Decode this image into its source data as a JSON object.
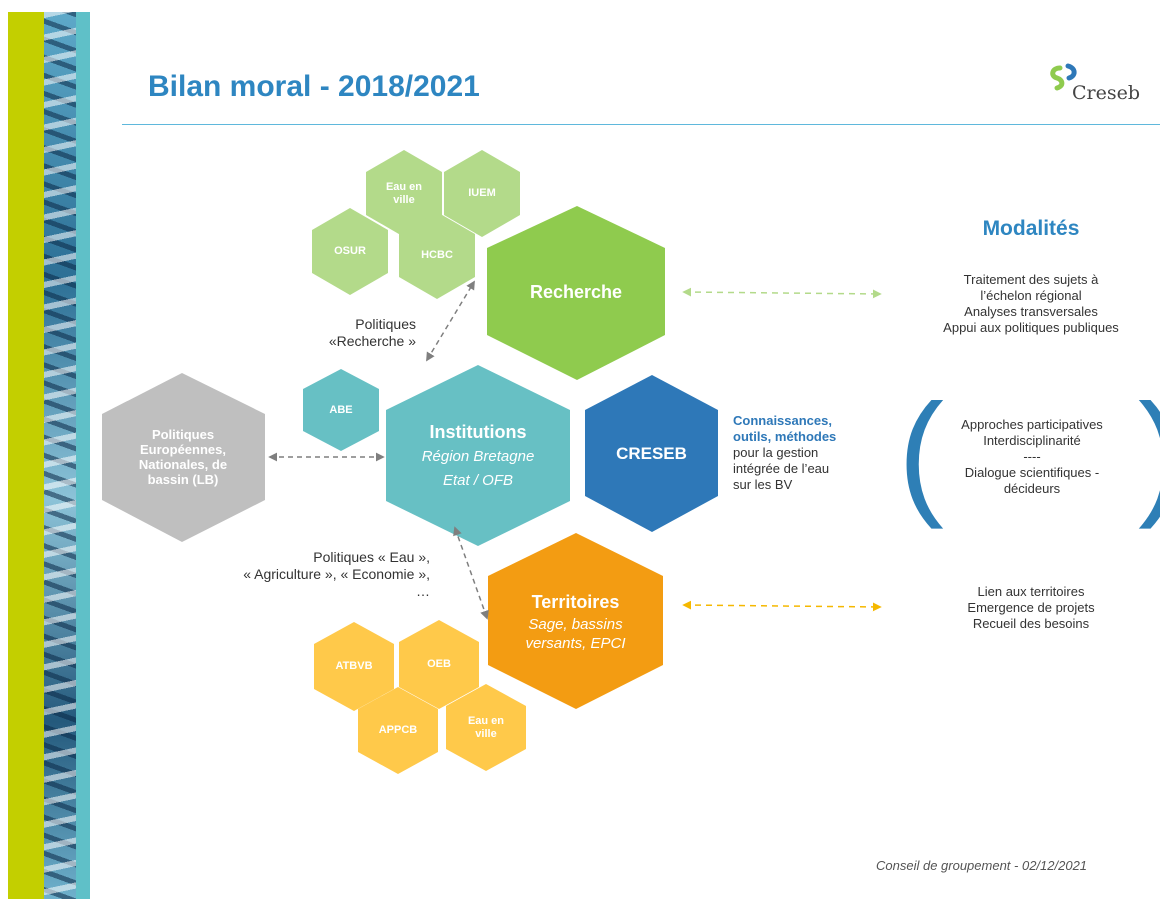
{
  "header": {
    "title": "Bilan moral - 2018/2021",
    "logo_text": "Creseb"
  },
  "hexagons": {
    "eau_ville_top": "Eau en ville",
    "iuem": "IUEM",
    "osur": "OSUR",
    "hcbc": "HCBC",
    "recherche": "Recherche",
    "abe": "ABE",
    "politiques_eu": "Politiques Européennes, Nationales, de bassin (LB)",
    "institutions": {
      "title": "Institutions",
      "line1": "Région Bretagne",
      "line2": "Etat / OFB"
    },
    "creseb": "CRESEB",
    "territoires": {
      "title": "Territoires",
      "line1": "Sage, bassins",
      "line2": "versants, EPCI"
    },
    "atbvb": "ATBVB",
    "oeb": "OEB",
    "appcb": "APPCB",
    "eau_ville_bottom": "Eau en ville"
  },
  "labels": {
    "politiques_recherche_1": "Politiques",
    "politiques_recherche_2": "«Recherche »",
    "politiques_eau_1": "Politiques « Eau »,",
    "politiques_eau_2": "« Agriculture », « Economie »,",
    "politiques_eau_3": "…"
  },
  "creseb_desc": {
    "bold_1": "Connaissances,",
    "bold_2": "outils, méthodes",
    "line_1": "pour la gestion",
    "line_2": "intégrée de l’eau",
    "line_3": "sur les BV"
  },
  "modalites": {
    "title": "Modalités",
    "recherche": [
      "Traitement des sujets à",
      "l’échelon régional",
      "Analyses transversales",
      "Appui aux politiques publiques"
    ],
    "creseb": [
      "Approches participatives",
      "Interdisciplinarité",
      "----",
      "Dialogue scientifiques -",
      "décideurs"
    ],
    "territoires": [
      "Lien aux territoires",
      "Emergence de projets",
      "Recueil des besoins"
    ]
  },
  "footer": "Conseil de groupement - 02/12/2021",
  "colors": {
    "light_green": "#b3da8a",
    "green": "#8fcb4e",
    "teal": "#67c0c4",
    "blue": "#2e78b8",
    "grey": "#bfbfbf",
    "orange": "#f39c12",
    "yellow": "#ffc94a",
    "title_blue": "#2e86c1"
  }
}
